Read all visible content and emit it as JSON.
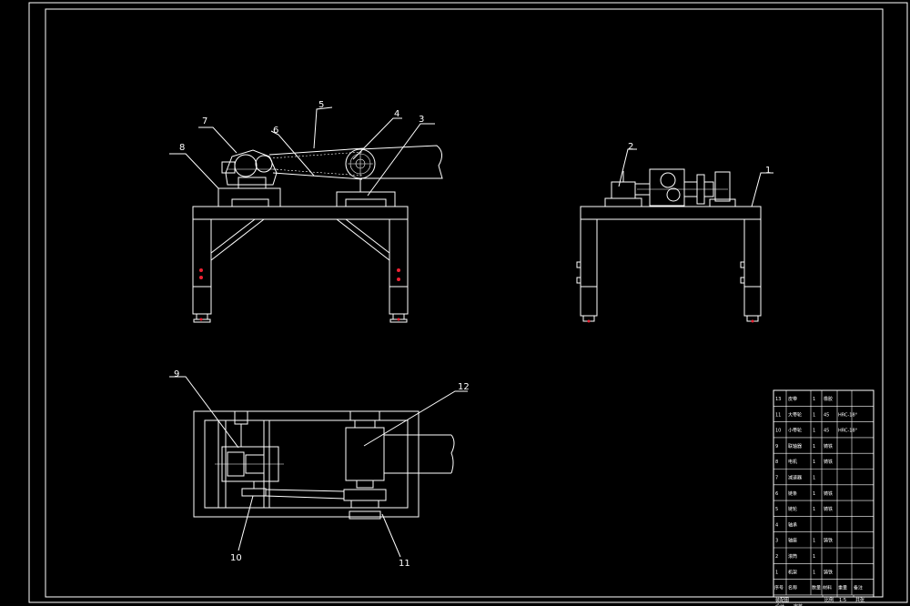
{
  "callouts": {
    "c1": "1",
    "c2": "2",
    "c3": "3",
    "c4": "4",
    "c5": "5",
    "c6": "6",
    "c7": "7",
    "c8": "8",
    "c9": "9",
    "c10": "10",
    "c11": "11",
    "c12": "12"
  },
  "colors": {
    "background": "#000000",
    "line": "#ffffff",
    "marker": "#e22233"
  },
  "title_block": {
    "rows": [
      {
        "no": "13",
        "name": "皮带",
        "qty": "1",
        "material": "橡胶",
        "note": ""
      },
      {
        "no": "11",
        "name": "大带轮",
        "qty": "1",
        "material": "45",
        "note": "HRC-18°"
      },
      {
        "no": "10",
        "name": "小带轮",
        "qty": "1",
        "material": "45",
        "note": "HRC-18°"
      },
      {
        "no": "9",
        "name": "联轴器",
        "qty": "1",
        "material": "铸铁",
        "note": ""
      },
      {
        "no": "8",
        "name": "电机",
        "qty": "1",
        "material": "铸铁",
        "note": ""
      },
      {
        "no": "7",
        "name": "减速器",
        "qty": "1",
        "material": "",
        "note": ""
      },
      {
        "no": "6",
        "name": "链条",
        "qty": "1",
        "material": "铸铁",
        "note": ""
      },
      {
        "no": "5",
        "name": "链轮",
        "qty": "1",
        "material": "铸铁",
        "note": ""
      },
      {
        "no": "4",
        "name": "轴承",
        "qty": "",
        "material": "",
        "note": ""
      },
      {
        "no": "3",
        "name": "轴座",
        "qty": "1",
        "material": "铸铁",
        "note": ""
      },
      {
        "no": "2",
        "name": "滚筒",
        "qty": "1",
        "material": "",
        "note": ""
      },
      {
        "no": "1",
        "name": "机架",
        "qty": "1",
        "material": "铸铁",
        "note": ""
      }
    ],
    "header": {
      "no": "序号",
      "name": "名称",
      "qty": "数量",
      "material": "材料",
      "weight": "重量",
      "note": "备注"
    },
    "drawing_title": "装配图",
    "scale_label": "比例",
    "scale_value": "1:5",
    "sheet_label": "共张",
    "designer_label": "设计",
    "checker_label": "审核"
  }
}
